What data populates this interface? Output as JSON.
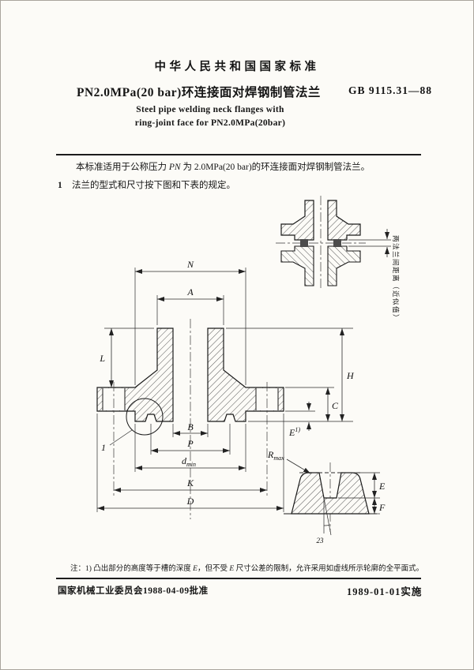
{
  "doc": {
    "standard_header": "中华人民共和国国家标准",
    "title_cn": "PN2.0MPa(20 bar)环连接面对焊钢制管法兰",
    "standard_code": "GB 9115.31—88",
    "title_en_line1": "Steel pipe welding neck flanges with",
    "title_en_line2": "ring-joint face for PN2.0MPa(20bar)",
    "scope": {
      "part1": "本标准适用于公称压力 ",
      "pn_symbol": "PN",
      "part2": " 为 2.0MPa(20 bar)的环连接面对焊钢制管法兰。"
    },
    "clause1": {
      "number": "1",
      "text": "法兰的型式和尺寸按下图和下表的规定。"
    },
    "note": {
      "part1": "注：1) 凸出部分的高度等于槽的深度 ",
      "e1": "E",
      "part2": "，但不受 ",
      "e2": "E",
      "part3": " 尺寸公差的限制，允许采用如虚线所示轮廓的全平面式。"
    },
    "footer": {
      "left": "国家机械工业委员会1988-04-09批准",
      "right": "1989-01-01实施"
    }
  },
  "drawing": {
    "main": {
      "dims": {
        "N": "N",
        "A": "A",
        "L": "L",
        "H": "H",
        "C": "C",
        "B": "B",
        "P": "P",
        "d": "d",
        "d_sub": "min",
        "K": "K",
        "D": "D",
        "E": "E",
        "E_sup": "1)"
      },
      "detail_ref": "1"
    },
    "assembly": {
      "vertical_note": "两法兰间距离（近似值）"
    },
    "groove": {
      "R": "R",
      "R_sub": "max",
      "E": "E",
      "F": "F",
      "angle": "23"
    }
  }
}
